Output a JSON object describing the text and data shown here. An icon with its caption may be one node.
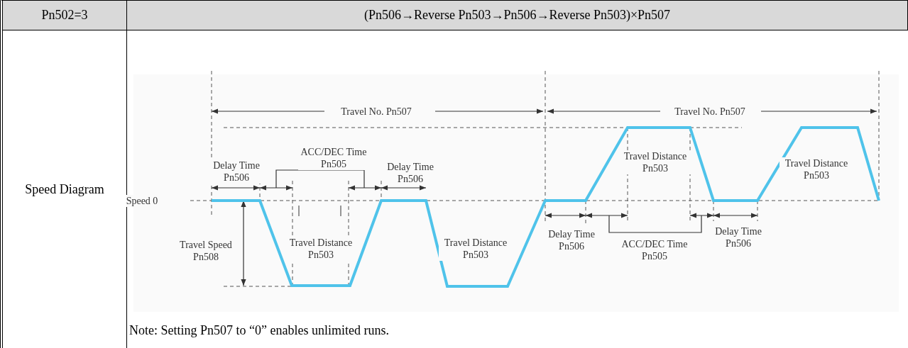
{
  "diagram": {
    "labels": [
      "Pn502=3",
      "(Pn506→Reverse Pn503→Pn506→Reverse Pn503)×Pn507",
      "Speed Diagram",
      "Travel No. Pn507",
      "Travel No. Pn507",
      "Delay Time Pn506",
      "ACC/DEC Time Pn505",
      "Delay Time Pn506",
      "Travel Distance Pn503",
      "Travel Distance Pn503",
      "Speed 0",
      "Travel Speed Pn508",
      "Travel Distance Pn503",
      "Travel Distance Pn503",
      "Delay Time Pn506",
      "ACC/DEC Time Pn505",
      "Delay Time Pn506",
      "Note: Setting Pn507 to “0” enables unlimited runs."
    ]
  }
}
